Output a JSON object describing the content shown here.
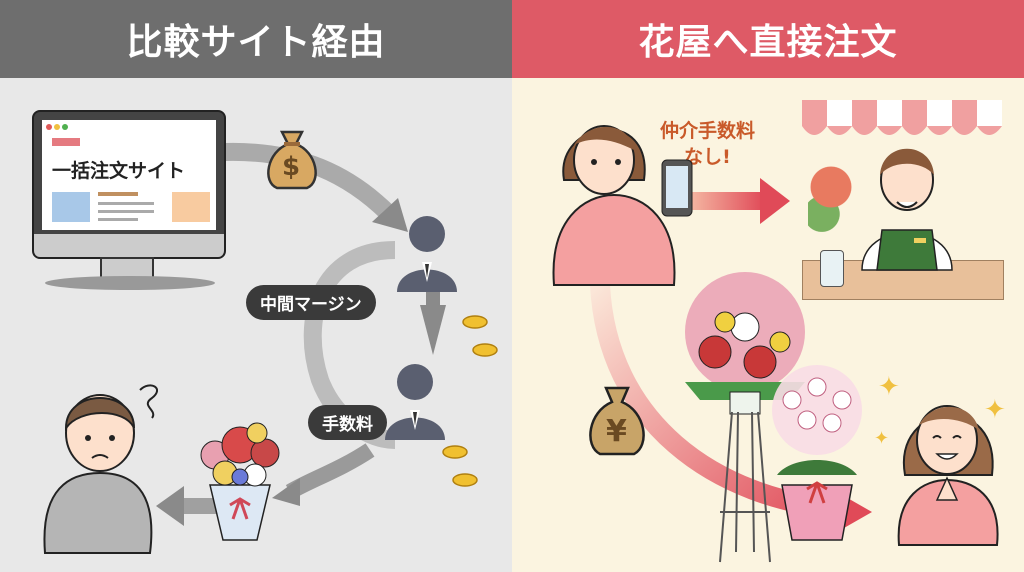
{
  "left_panel": {
    "title": "比較サイト経由",
    "header_color": "#6e6e6e",
    "background": "#e8e8e8",
    "monitor_site_label": "一括注文サイト",
    "money_bag_symbol": "$",
    "labels": {
      "margin": "中間マージン",
      "fee": "手数料"
    }
  },
  "right_panel": {
    "title": "花屋へ直接注文",
    "header_color": "#de5a66",
    "background": "#fbf4e0",
    "callout_line1": "仲介手数料",
    "callout_line2": "なし!",
    "money_bag_symbol": "¥"
  }
}
